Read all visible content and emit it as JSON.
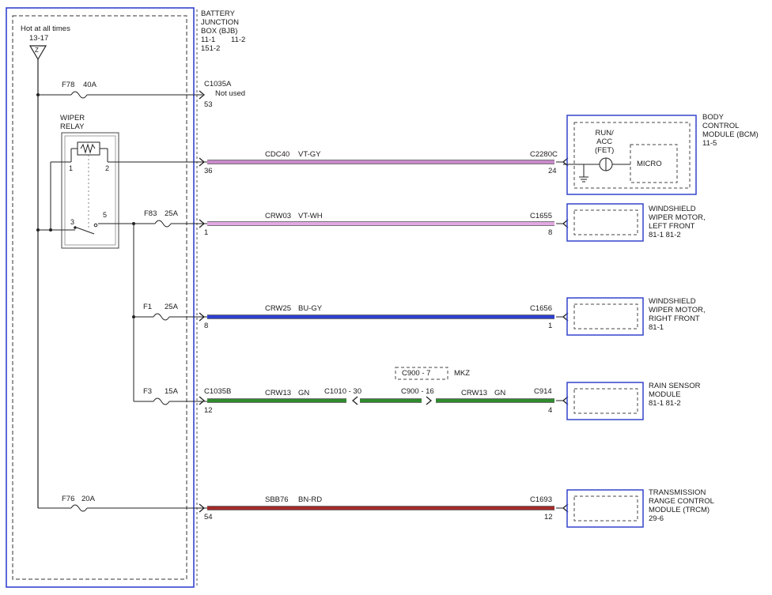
{
  "bjb": {
    "title_lines": [
      "BATTERY",
      "JUNCTION",
      "BOX (BJB)"
    ],
    "ref_line1a": "11-1",
    "ref_line1b": "11-2",
    "ref_line2": "151-2"
  },
  "power": {
    "hot_label": "Hot at all times",
    "hot_ref": "13-17",
    "ground_symbol": "Z"
  },
  "relay": {
    "title_lines": [
      "WIPER",
      "RELAY"
    ],
    "pins": [
      "1",
      "2",
      "3",
      "5"
    ]
  },
  "fuses": [
    {
      "id": "F78",
      "rating": "40A"
    },
    {
      "id": "F83",
      "rating": "25A"
    },
    {
      "id": "F1",
      "rating": "25A"
    },
    {
      "id": "F3",
      "rating": "15A"
    },
    {
      "id": "F76",
      "rating": "20A"
    }
  ],
  "unused": {
    "connector": "C1035A",
    "pin": "53",
    "note": "Not used"
  },
  "circuits": [
    {
      "circuit": "CDC40",
      "color_code": "VT-GY",
      "left_pin": "36",
      "right_connector": "C2280C",
      "right_pin": "24",
      "wire_color": "#c98ac9"
    },
    {
      "circuit": "CRW03",
      "color_code": "VT-WH",
      "left_pin": "1",
      "right_connector": "C1655",
      "right_pin": "8",
      "wire_color": "#e3a8e3"
    },
    {
      "circuit": "CRW25",
      "color_code": "BU-GY",
      "left_pin": "8",
      "right_connector": "C1656",
      "right_pin": "1",
      "wire_color": "#2f3fd0"
    },
    {
      "circuit": "CRW13",
      "color_code": "GN",
      "left_pin": "12",
      "right_connector": "C914",
      "right_pin": "4",
      "wire_color": "#2e8b2e"
    },
    {
      "circuit": "SBB76",
      "color_code": "BN-RD",
      "left_pin": "54",
      "right_connector": "C1693",
      "right_pin": "12",
      "wire_color": "#a32a2a"
    }
  ],
  "rain_path": {
    "left_connector": "C1035B",
    "inline1": "C1010 - 30",
    "inline2": "C900 - 16",
    "option_connector": "C900 - 7",
    "option_label": "MKZ",
    "seg2_circuit": "CRW13",
    "seg2_color": "GN"
  },
  "modules": [
    {
      "name_lines": [
        "BODY",
        "CONTROL",
        "MODULE (BCM)"
      ],
      "ref": "11-5",
      "inner_lines": [
        "RUN/",
        "ACC",
        "(FET)"
      ],
      "micro": "MICRO"
    },
    {
      "name_lines": [
        "WINDSHIELD",
        "WIPER MOTOR,",
        "LEFT FRONT"
      ],
      "ref": "81-1   81-2"
    },
    {
      "name_lines": [
        "WINDSHIELD",
        "WIPER MOTOR,",
        "RIGHT FRONT"
      ],
      "ref": "81-1"
    },
    {
      "name_lines": [
        "RAIN SENSOR",
        "MODULE"
      ],
      "ref": "81-1   81-2"
    },
    {
      "name_lines": [
        "TRANSMISSION",
        "RANGE CONTROL",
        "MODULE (TRCM)"
      ],
      "ref": "29-6"
    }
  ]
}
